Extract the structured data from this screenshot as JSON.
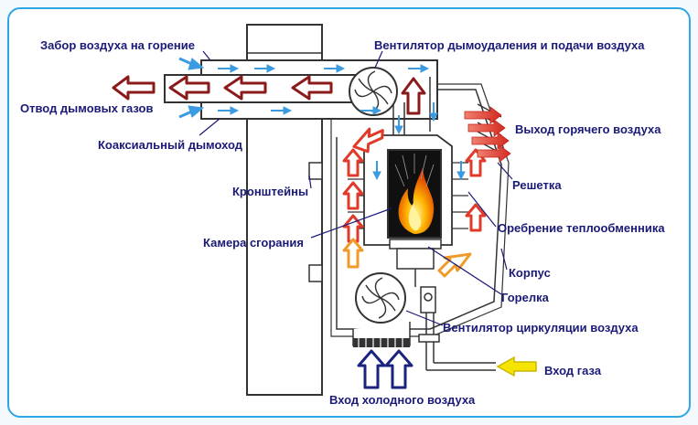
{
  "labels": {
    "air_intake": "Забор воздуха на горение",
    "exhaust_fan": "Вентилятор дымоудаления и подачи воздуха",
    "flue_out": "Отвод дымовых газов",
    "coaxial": "Коаксиальный дымоход",
    "hot_air_out": "Выход горячего воздуха",
    "grille": "Решетка",
    "brackets": "Кронштейны",
    "fins": "Оребрение теплообменника",
    "chamber": "Камера сгорания",
    "housing": "Корпус",
    "burner": "Горелка",
    "circ_fan": "Вентилятор циркуляции воздуха",
    "gas_in": "Вход газа",
    "cold_air_in": "Вход холодного воздуха"
  },
  "colors": {
    "frame": "#2fa6e6",
    "label": "#1a1a78",
    "line": "#444444",
    "dark_red": "#8b1a1a",
    "red": "#e03a2a",
    "orange": "#f09a28",
    "light_blue": "#3a9be0",
    "navy": "#1a237e",
    "yellow": "#f5e400"
  },
  "icons": [
    "fan-icon",
    "flame-icon",
    "arrow-icon"
  ]
}
